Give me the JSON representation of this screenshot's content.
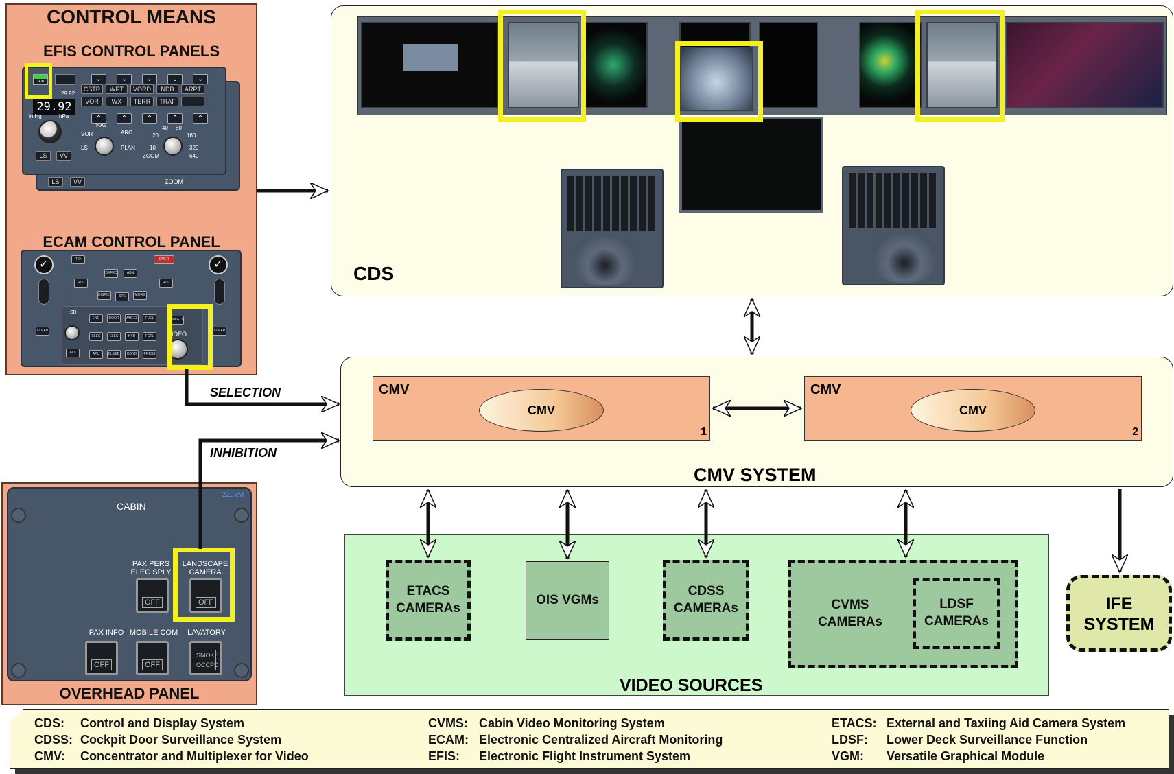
{
  "control_means": {
    "title": "CONTROL MEANS",
    "efis_title": "EFIS CONTROL PANELS",
    "ecam_title": "ECAM CONTROL PANEL",
    "overhead_title": "OVERHEAD PANEL"
  },
  "efis": {
    "taxi": "TAXI",
    "baro_small": "29.92",
    "baro": "29.92",
    "in_hg": "in Hg",
    "hpa": "hPa",
    "row1": [
      "CSTR",
      "WPT",
      "VORD",
      "NDB",
      "ARPT"
    ],
    "row2": [
      "VOR",
      "WX",
      "TERR",
      "TRAF"
    ],
    "modes": [
      "NAV",
      "ARC",
      "VOR",
      "LS",
      "PLAN"
    ],
    "ranges": [
      "40",
      "80",
      "20",
      "160",
      "10",
      "320",
      "640"
    ],
    "zoom": "ZOOM",
    "ls": "LS",
    "vv": "VV"
  },
  "ecam": {
    "top_buttons": [
      "T.O CONFIG",
      "EMER CANC"
    ],
    "row_a": [
      "RCL LAST",
      "DEFRD",
      "ABN",
      "RCL ALL"
    ],
    "row_b": [
      "DISPCH",
      "STS",
      "MORE"
    ],
    "sd_label": "SD",
    "row_c": [
      "ENG",
      "DOOR",
      "WHEEL",
      "FUEL"
    ],
    "row_d": [
      "ELEC AC",
      "ELEC DC",
      "HYD",
      "FCTL"
    ],
    "row_e": [
      "APU",
      "BLEED",
      "COND",
      "PRESS"
    ],
    "all": "ALL",
    "clear": "CLEAR",
    "video_btn": "VIDEO",
    "video_knob": "VIDEO"
  },
  "overhead": {
    "cabin": "CABIN",
    "panel_ref": "221 VM",
    "pax_pers": "PAX PERS ELEC SPLY",
    "landscape": "LANDSCAPE CAMERA",
    "pax_info": "PAX INFO",
    "mobile_com": "MOBILE COM",
    "lavatory": "LAVATORY",
    "off": "OFF",
    "smoke": "SMOKE OCCPD"
  },
  "cds": {
    "label": "CDS"
  },
  "flows": {
    "selection": "SELECTION",
    "inhibition": "INHIBITION"
  },
  "cmv_system": {
    "title": "CMV SYSTEM",
    "units": [
      {
        "label": "CMV",
        "module": "CMV",
        "index": "1"
      },
      {
        "label": "CMV",
        "module": "CMV",
        "index": "2"
      }
    ]
  },
  "video_sources": {
    "title": "VIDEO SOURCES",
    "etacs": "ETACS CAMERAs",
    "ois": "OIS VGMs",
    "cdss": "CDSS CAMERAs",
    "cvms": "CVMS CAMERAs",
    "ldsf": "LDSF CAMERAs"
  },
  "ife": "IFE SYSTEM",
  "legend": [
    [
      {
        "abbr": "CDS:",
        "text": "Control and Display System"
      },
      {
        "abbr": "CDSS:",
        "text": "Cockpit Door Surveillance System"
      },
      {
        "abbr": "CMV:",
        "text": "Concentrator and Multiplexer for Video"
      }
    ],
    [
      {
        "abbr": "CVMS:",
        "text": "Cabin Video Monitoring System"
      },
      {
        "abbr": "ECAM:",
        "text": "Electronic Centralized Aircraft Monitoring"
      },
      {
        "abbr": "EFIS:",
        "text": "Electronic Flight Instrument System"
      }
    ],
    [
      {
        "abbr": "ETACS:",
        "text": "External and Taxiing Aid Camera System"
      },
      {
        "abbr": "LDSF:",
        "text": "Lower Deck Surveillance Function"
      },
      {
        "abbr": "VGM:",
        "text": "Versatile Graphical Module"
      }
    ]
  ],
  "colors": {
    "control_bg": "#f2a98a",
    "cds_bg": "#fdfde8",
    "cmv_bg": "#fdfde8",
    "cmv_unit": "#f6b690",
    "video_bg": "#ccf8cc",
    "camera_box": "#9ec99e",
    "ife_bg": "#dfe8a8",
    "highlight": "#f4f020",
    "legend_bg": "#fdfbd6"
  }
}
